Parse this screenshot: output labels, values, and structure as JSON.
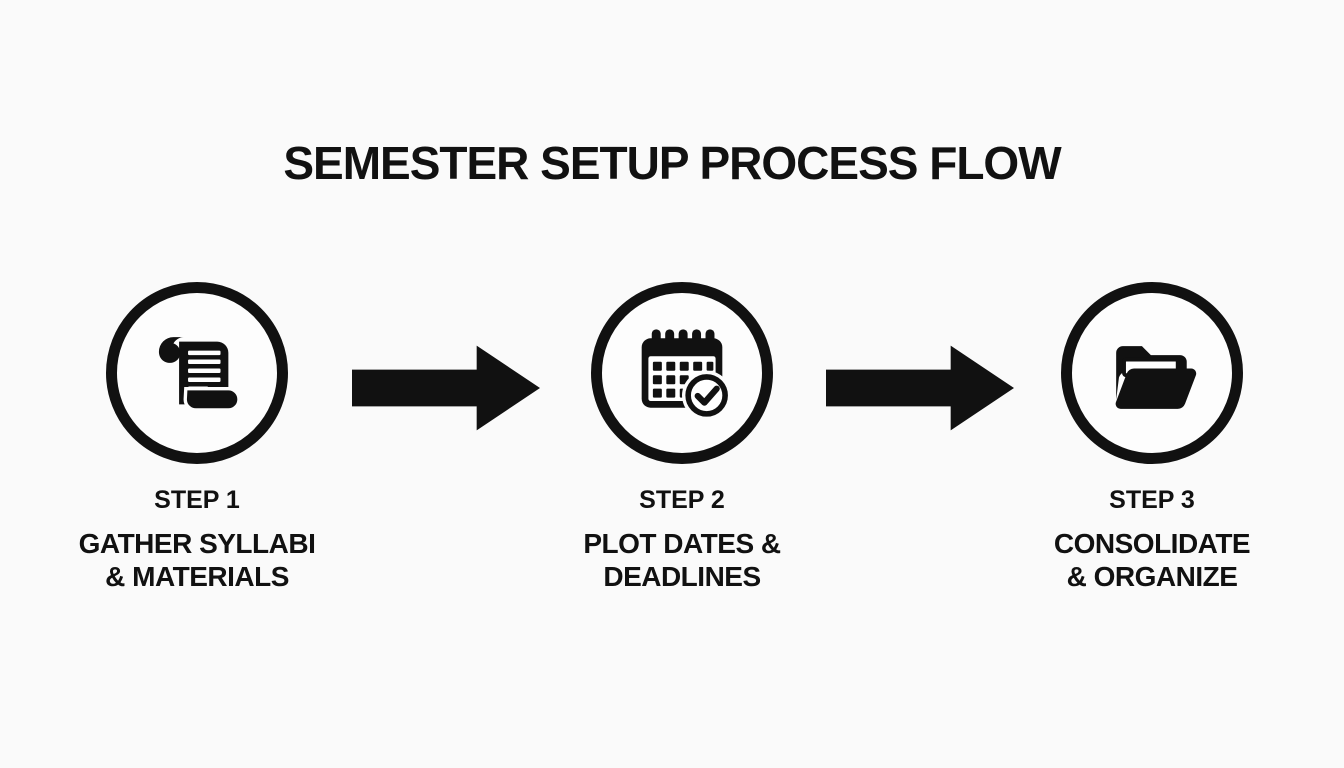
{
  "title": "SEMESTER SETUP PROCESS FLOW",
  "steps": [
    {
      "label": "STEP 1",
      "desc_line1": "GATHER SYLLABI",
      "desc_line2": "& MATERIALS",
      "icon": "scroll-icon"
    },
    {
      "label": "STEP 2",
      "desc_line1": "PLOT DATES &",
      "desc_line2": "DEADLINES",
      "icon": "calendar-check-icon"
    },
    {
      "label": "STEP 3",
      "desc_line1": "CONSOLIDATE",
      "desc_line2": "& ORGANIZE",
      "icon": "open-folder-icon"
    }
  ],
  "arrows": [
    {
      "icon": "arrow-right-icon"
    },
    {
      "icon": "arrow-right-icon"
    }
  ],
  "colors": {
    "background": "#fafafa",
    "ink": "#111111"
  }
}
